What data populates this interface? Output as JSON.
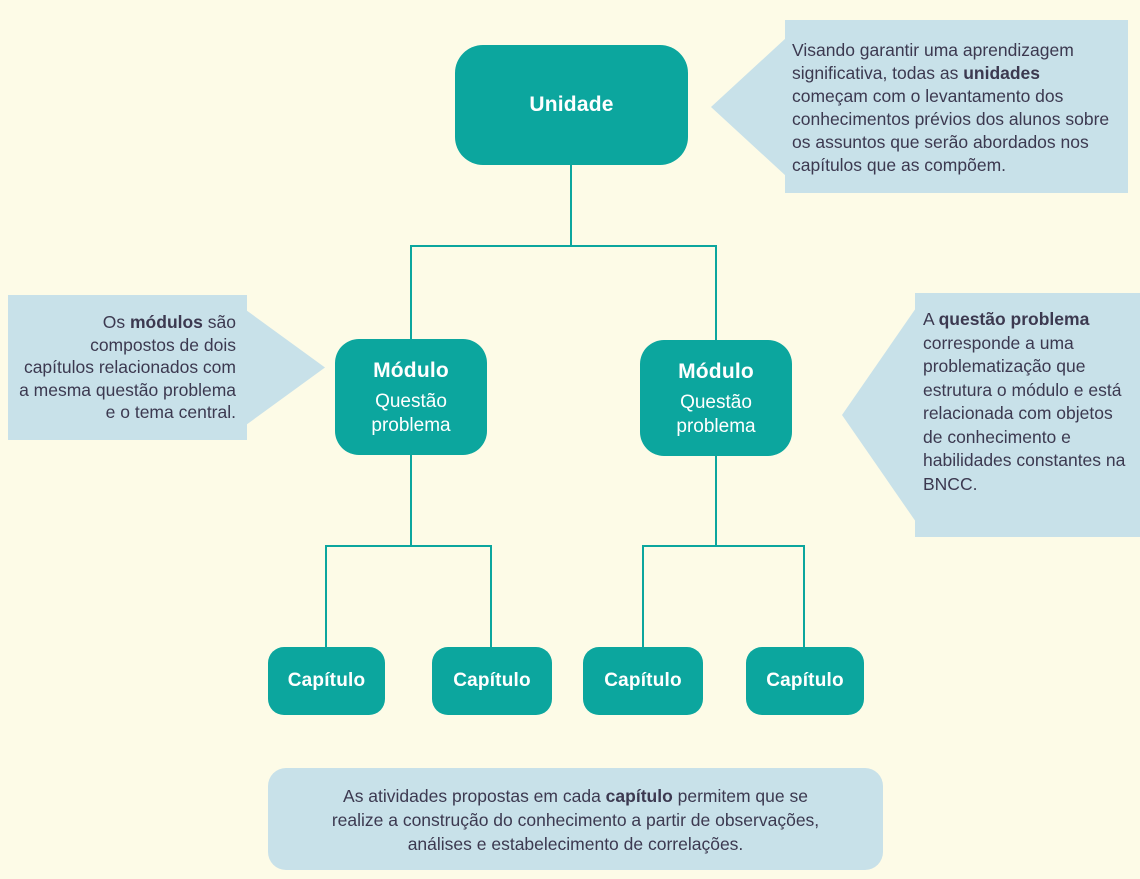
{
  "colors": {
    "background": "#FDFBE7",
    "node_teal": "#0CA69E",
    "callout_blue": "#C8E1E9",
    "callout_text": "#3C3950",
    "node_text": "#FFFFFF"
  },
  "diagram": {
    "unidade": {
      "label": "Unidade"
    },
    "modules": [
      {
        "title": "Módulo",
        "subtitle": "Questão problema"
      },
      {
        "title": "Módulo",
        "subtitle": "Questão problema"
      }
    ],
    "chapters": [
      {
        "label": "Capítulo"
      },
      {
        "label": "Capítulo"
      },
      {
        "label": "Capítulo"
      },
      {
        "label": "Capítulo"
      }
    ],
    "callouts": {
      "unidade_note": {
        "before": "Visando garantir uma aprendizagem significativa, todas as ",
        "bold": "unidades",
        "after": " começam com o levantamento dos conhecimentos prévios dos alunos sobre os assuntos que serão abordados nos capítulos que as compõem."
      },
      "modules_note": {
        "before": "Os ",
        "bold": "módulos",
        "after": " são compostos de dois capítulos relacionados com a mesma questão problema e o tema central."
      },
      "question_note": {
        "before": "A ",
        "bold": "questão problema",
        "after": " corresponde a uma problematização que estrutura o módulo e está relacionada com objetos de conhecimento e habilidades constantes na BNCC."
      },
      "chapters_note": {
        "before": "As atividades propostas em cada ",
        "bold": "capítulo",
        "after": " permitem que se realize a construção do conhecimento a partir de observações, análises e estabelecimento de correlações."
      }
    }
  }
}
